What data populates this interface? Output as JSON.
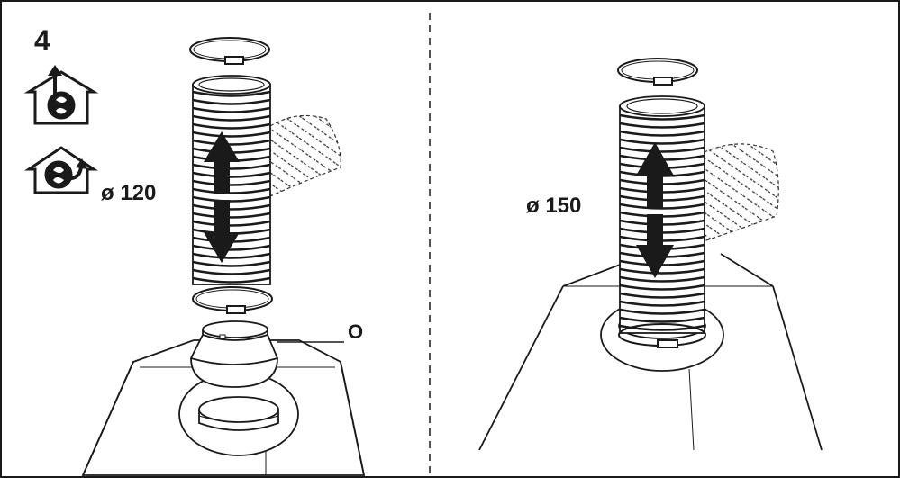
{
  "step_number": "4",
  "left_panel": {
    "icons": [
      {
        "name": "house-ducted-extraction-icon"
      },
      {
        "name": "house-recirculation-icon"
      }
    ],
    "diameter_label": "ø 120",
    "adapter_label": "O"
  },
  "right_panel": {
    "diameter_label": "ø 150"
  },
  "colors": {
    "line": "#1a1a1a",
    "fill": "#ffffff",
    "arrow": "#1a1a1a"
  }
}
